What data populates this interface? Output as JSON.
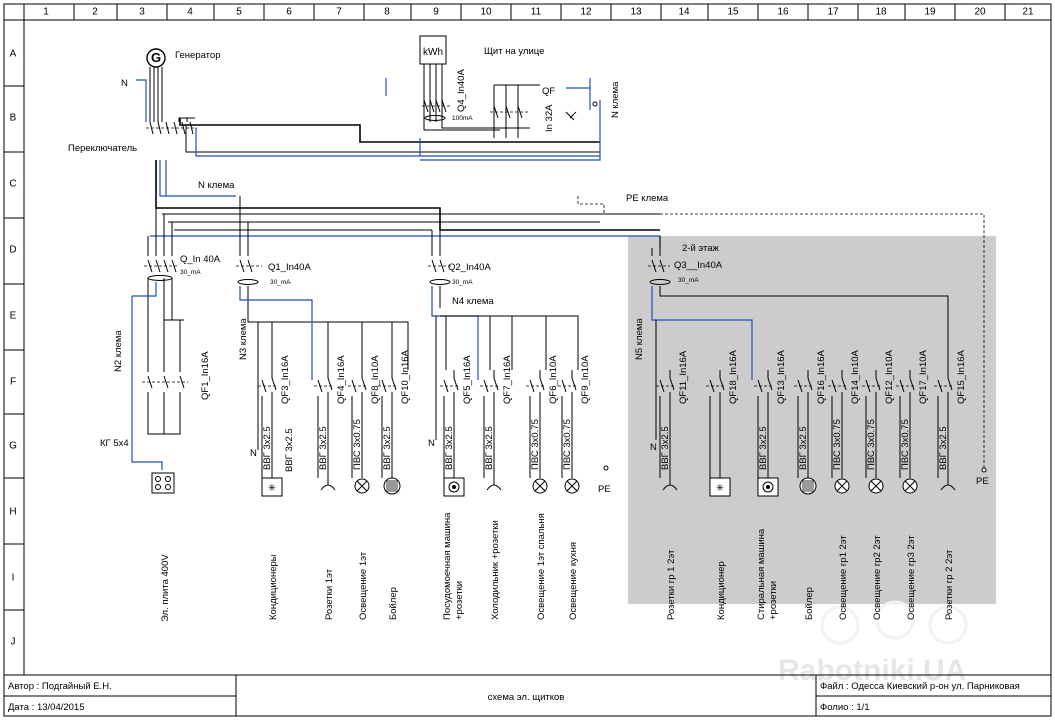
{
  "grid": {
    "columns": [
      "1",
      "2",
      "3",
      "4",
      "5",
      "6",
      "7",
      "8",
      "9",
      "10",
      "11",
      "12",
      "13",
      "14",
      "15",
      "16",
      "17",
      "18",
      "19",
      "20",
      "21"
    ],
    "rows": [
      "A",
      "B",
      "C",
      "D",
      "E",
      "F",
      "G",
      "H",
      "I",
      "J"
    ]
  },
  "top": {
    "generator_symbol": "G",
    "generator_label": "Генератор",
    "n_label": "N",
    "switch_label": "Переключатель",
    "meter_label": "kWh",
    "street_panel_label": "Щит на улице",
    "q4_label": "Q4_In40A",
    "q4_rating": "100mA",
    "qf_label": "QF",
    "qf_rating": "In 32A",
    "n_clamp_top": "N клема"
  },
  "bus": {
    "n_clamp": "N клема",
    "pe_clamp": "PE клема",
    "second_floor": "2-й этаж"
  },
  "groups": {
    "q_main": {
      "label": "Q_In 40A",
      "rating": "30_mA",
      "n2": "N2 клема",
      "qf1": "QF1_In16A",
      "cable": "КГ 5x4",
      "load": "Эл. плита 400V"
    },
    "q1": {
      "label": "Q1_In40A",
      "rating": "30_mA",
      "n3": "N3 клема",
      "n": "N"
    },
    "q2": {
      "label": "Q2_In40A",
      "rating": "30_mA",
      "n4": "N4 клема",
      "n": "N",
      "pe": "PE"
    },
    "q3": {
      "label": "Q3__In40A",
      "rating": "30_mA",
      "n5": "N5 клема",
      "n": "N",
      "pe": "PE"
    }
  },
  "circuits_q1": [
    {
      "breaker": "QF3_In16A",
      "cable": "ВВГ 3x2.5",
      "cable2": "ВВГ 3x2.5",
      "load": "Кондиционеры"
    },
    {
      "breaker": "QF4_In16A",
      "cable": "ВВГ 3x2.5",
      "load": "Розетки 1эт"
    },
    {
      "breaker": "QF8_In10A",
      "cable": "ПВС 3x0.75",
      "load": "Освещение 1эт"
    },
    {
      "breaker": "QF10_In16A",
      "cable": "ВВГ 3x2.5",
      "load": "Бойлер"
    }
  ],
  "circuits_q2": [
    {
      "breaker": "QF5_In16A",
      "cable": "ВВГ 3x2.5",
      "load": "Посудомоечная машина +розетки"
    },
    {
      "breaker": "QF7_In16A",
      "cable": "ВВГ 3x2.5",
      "load": "Холодильник +розетки"
    },
    {
      "breaker": "QF6_In10A",
      "cable": "ПВС 3x0.75",
      "load": "Освещение 1эт спальня"
    },
    {
      "breaker": "QF9_In10A",
      "cable": "ПВС 3x0.75",
      "load": "Освещение кухня"
    }
  ],
  "circuits_q3": [
    {
      "breaker": "QF11_In16A",
      "cable": "ВВГ 3x2.5",
      "load": "Розетки гр 1 2эт"
    },
    {
      "breaker": "QF18_In16A",
      "cable": "",
      "load": "Кондиционер"
    },
    {
      "breaker": "QF13_In16A",
      "cable": "ВВГ 3x2.5",
      "load": "Стиральная машина +розетки"
    },
    {
      "breaker": "QF16_In16A",
      "cable": "ВВГ 3x2.5",
      "load": "Бойлер"
    },
    {
      "breaker": "QF14_In10A",
      "cable": "ПВС 3x0.75",
      "load": "Освещение гр1 2эт"
    },
    {
      "breaker": "QF12_In10A",
      "cable": "ПВС 3x0.75",
      "load": "Освещение гр2 2эт"
    },
    {
      "breaker": "QF17_In10A",
      "cable": "ПВС 3x0.75",
      "load": "Освещение гр3 2эт"
    },
    {
      "breaker": "QF15_In16A",
      "cable": "ВВГ 3x2.5",
      "load": "Розетки гр 2 2эт"
    }
  ],
  "title_block": {
    "author": "Автор : Подгайный Е.Н.",
    "date": "Дата : 13/04/2015",
    "title": "схема эл. щитков",
    "file": "Файл : Одесса Киевский р-он ул. Парниковая",
    "folio": "Фолио : 1/1"
  },
  "watermark": "Rabotniki.UA",
  "colors": {
    "line": "#000000",
    "neutral_blue": "#1f4fb8",
    "floor2_fill": "#cccccc",
    "watermark": "#e6e6e6"
  }
}
